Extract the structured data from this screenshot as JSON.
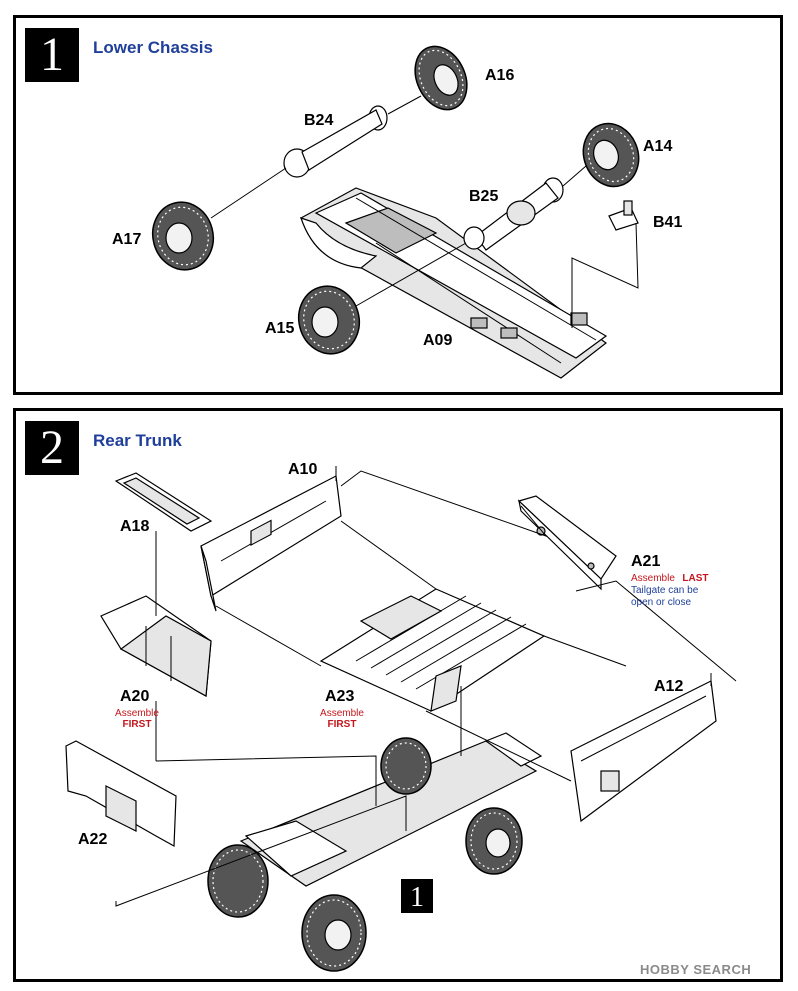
{
  "steps": [
    {
      "number": "1",
      "title": "Lower Chassis",
      "parts": [
        "A16",
        "B24",
        "A14",
        "B25",
        "B41",
        "A17",
        "A15",
        "A09"
      ]
    },
    {
      "number": "2",
      "title": "Rear Trunk",
      "parts": [
        "A10",
        "A18",
        "A21",
        "A12",
        "A20",
        "A23",
        "A22"
      ],
      "notes": {
        "a21_line1": "Assemble",
        "a21_line1_emph": "LAST",
        "a21_line2": "Tailgate can be",
        "a21_line3": "open or close",
        "a20_line1": "Assemble",
        "a20_line2": "FIRST",
        "a23_line1": "Assemble",
        "a23_line2": "FIRST"
      },
      "subassembly_ref": "1"
    }
  ],
  "watermark": "HOBBY SEARCH",
  "colors": {
    "title_blue": "#1f3f9a",
    "note_red": "#c4161c",
    "note_blue": "#1f3f9a"
  },
  "icons": [
    "wheel-icon",
    "axle-icon",
    "chassis-frame-icon",
    "truck-bed-icon"
  ]
}
